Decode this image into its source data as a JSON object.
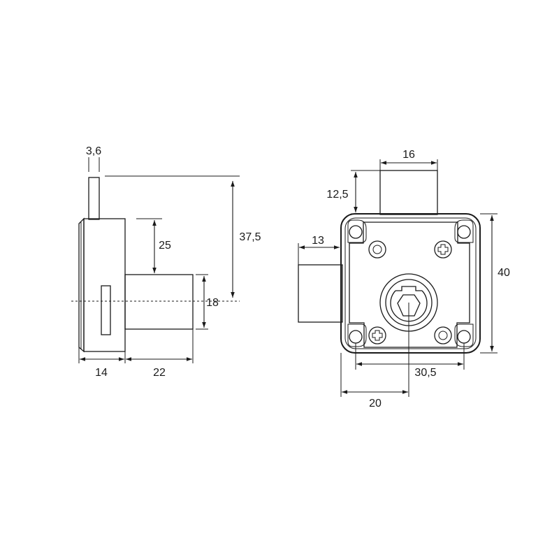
{
  "dimensions": {
    "d_3_6": "3,6",
    "d_37_5": "37,5",
    "d_25": "25",
    "d_18": "18",
    "d_14": "14",
    "d_22": "22",
    "d_16": "16",
    "d_12_5": "12,5",
    "d_13": "13",
    "d_40": "40",
    "d_30_5": "30,5",
    "d_20": "20"
  },
  "colors": {
    "ink": "#1a1a1a",
    "background": "#ffffff"
  }
}
